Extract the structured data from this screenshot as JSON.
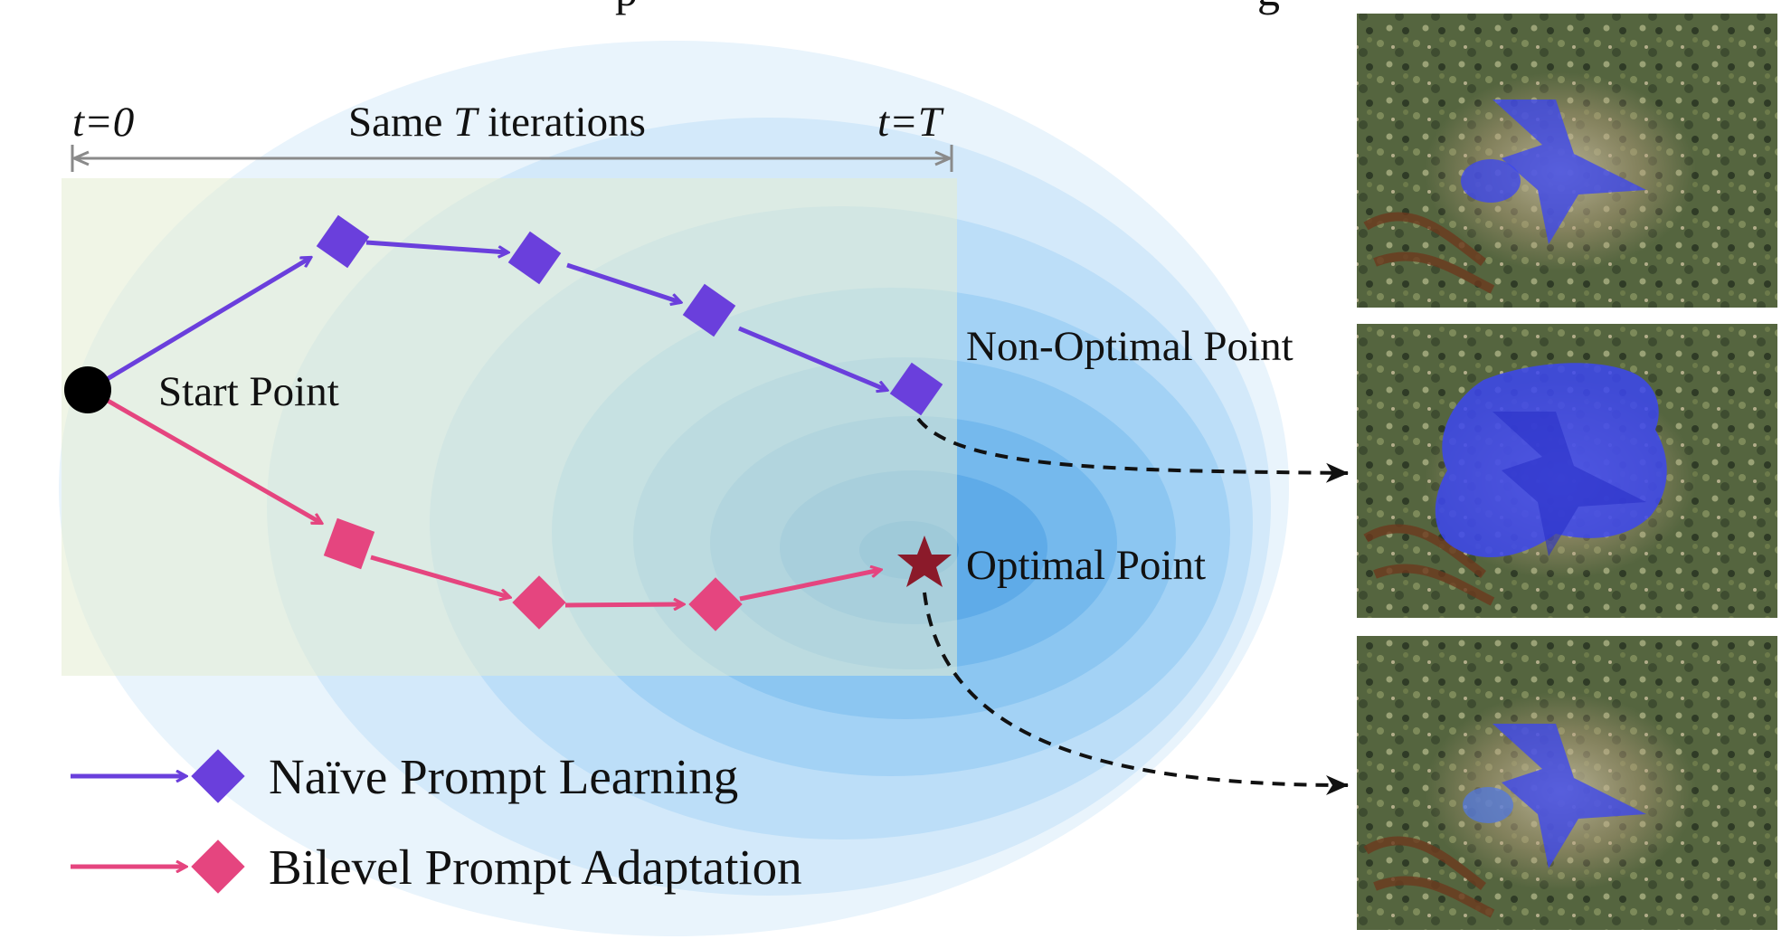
{
  "title_fragment": "p",
  "title_fragment_right": "g",
  "timeline": {
    "start_label": "t=0",
    "middle_label_prefix": "Same ",
    "middle_label_var": "T",
    "middle_label_suffix": " iterations",
    "end_label": "t=T"
  },
  "points": {
    "start": "Start Point",
    "non_optimal": "Non-Optimal Point",
    "optimal": "Optimal Point"
  },
  "legend": [
    {
      "label": "Naïve Prompt Learning",
      "color": "#6a3fdc"
    },
    {
      "label": "Bilevel Prompt Adaptation",
      "color": "#e5457f"
    }
  ],
  "colors": {
    "naive": "#6a3fdc",
    "bilevel": "#e5457f",
    "optimal_star": "#8b1a2a",
    "start_dot": "#000000",
    "dashed": "#111111",
    "timeline": "#8a8a8a",
    "contour_outer": "#e9f4fc",
    "contour_inner": "#5aa6e6",
    "overlay": "#e4ecd2",
    "mask": "#3c46f0"
  },
  "images": [
    {
      "name": "naive-result",
      "mask": "starfish"
    },
    {
      "name": "over-segmented-result",
      "mask": "blob"
    },
    {
      "name": "optimal-result",
      "mask": "starfish"
    }
  ]
}
